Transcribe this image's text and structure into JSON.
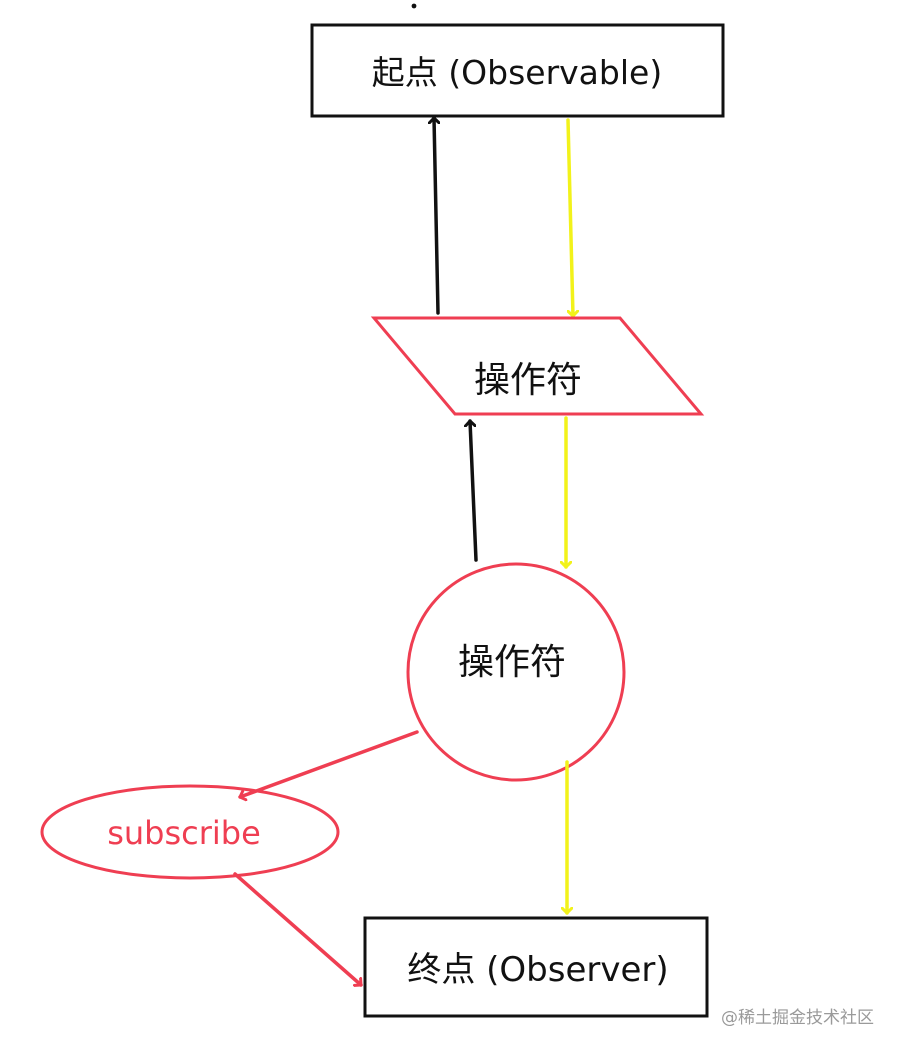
{
  "nodes": {
    "start": "起点 (Observable)",
    "operator_parallelogram": "操作符",
    "operator_circle": "操作符",
    "subscribe": "subscribe",
    "end": "终点 (Observer)"
  },
  "watermark": "@稀土掘金技术社区",
  "colors": {
    "black": "#111111",
    "red": "#ef3e52",
    "yellow": "#f2f21a",
    "watermark": "#9a9a9a"
  }
}
